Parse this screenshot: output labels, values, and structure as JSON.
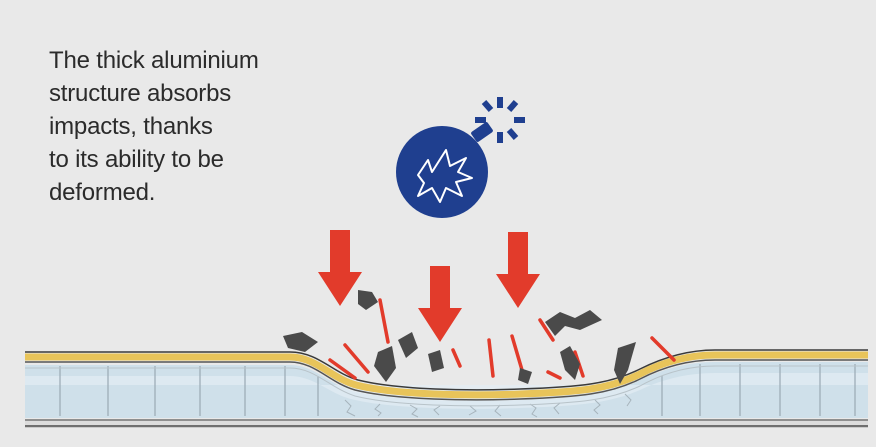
{
  "caption": {
    "lines": [
      "The thick aluminium",
      "structure absorbs",
      "impacts, thanks",
      "to its ability to be",
      "deformed."
    ]
  },
  "colors": {
    "background": "#e9e9e9",
    "arrow": "#e23b2b",
    "bomb": "#1f3f8f",
    "debris": "#4a4a4a",
    "aluminium_layer": "#e8c45a",
    "core": "#cfe0ea"
  },
  "icons": {
    "bomb": "bomb-icon",
    "impact_arrows": "arrow-down-icon"
  }
}
